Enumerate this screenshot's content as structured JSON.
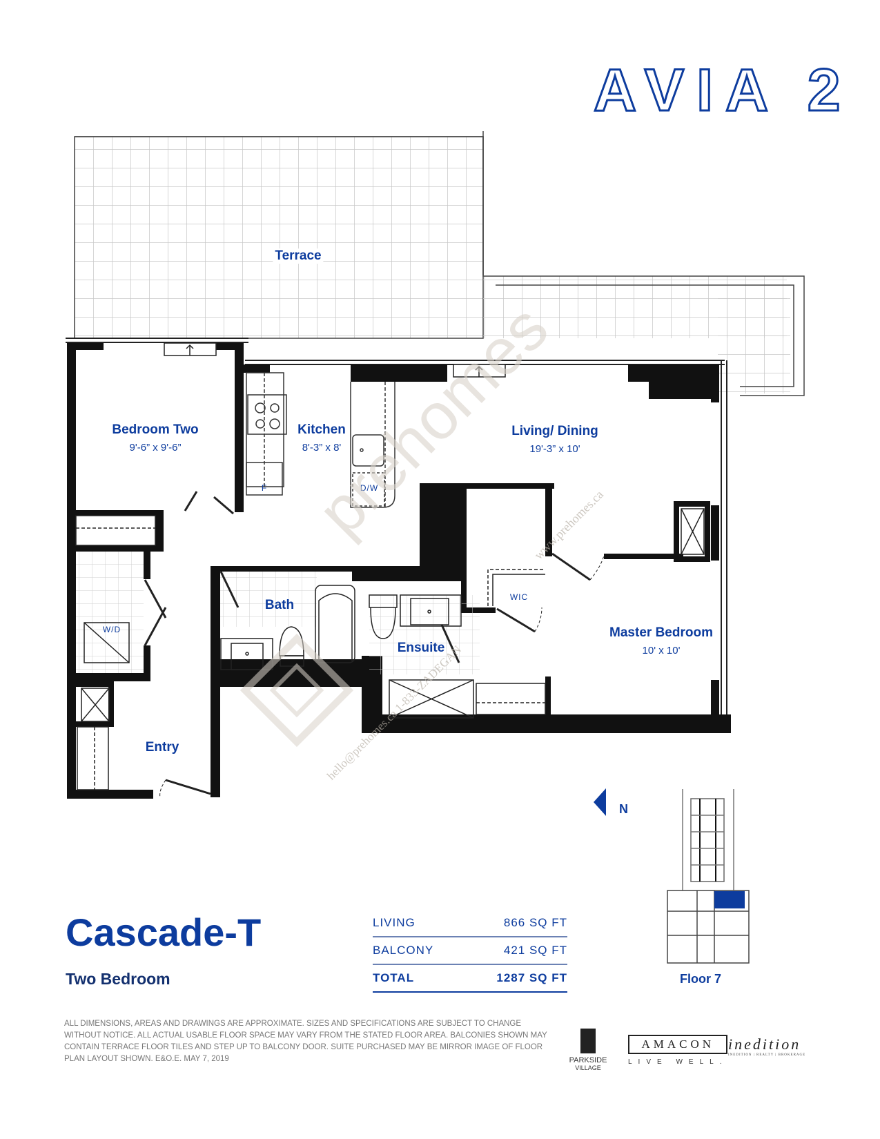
{
  "header": {
    "brand": "AVIA 2"
  },
  "plan": {
    "rooms": [
      {
        "id": "terrace",
        "label": "Terrace",
        "dimensions": ""
      },
      {
        "id": "bedroom-two",
        "label": "Bedroom Two",
        "dimensions": "9'-6” x 9'-6”"
      },
      {
        "id": "kitchen",
        "label": "Kitchen",
        "dimensions": "8'-3” x 8'"
      },
      {
        "id": "living-dining",
        "label": "Living/ Dining",
        "dimensions": "19'-3” x 10'"
      },
      {
        "id": "bath",
        "label": "Bath",
        "dimensions": ""
      },
      {
        "id": "ensuite",
        "label": "Ensuite",
        "dimensions": ""
      },
      {
        "id": "master-bedroom",
        "label": "Master Bedroom",
        "dimensions": "10' x 10'"
      },
      {
        "id": "entry",
        "label": "Entry",
        "dimensions": ""
      }
    ],
    "fixtures": {
      "fridge": "F",
      "dishwasher": "D/W",
      "washer_dryer": "W/D",
      "walk_in_closet": "WIC"
    },
    "watermark": {
      "logo_text": "prehomes",
      "line1": "www.prehomes.ca",
      "line2": "hello@prehomes.ca 1-833-ZADEGAN"
    }
  },
  "compass": {
    "label": "N",
    "icon": "north-arrow-icon"
  },
  "keyplan": {
    "label": "Floor 7",
    "highlight_color": "#0d3c9e"
  },
  "unit": {
    "name": "Cascade-T",
    "type": "Two Bedroom"
  },
  "areas": [
    {
      "label": "LIVING",
      "value": "866 SQ FT"
    },
    {
      "label": "BALCONY",
      "value": "421 SQ FT"
    },
    {
      "label": "TOTAL",
      "value": "1287 SQ FT"
    }
  ],
  "disclaimer": "ALL DIMENSIONS, AREAS AND DRAWINGS ARE APPROXIMATE. SIZES AND SPECIFICATIONS ARE SUBJECT TO CHANGE WITHOUT NOTICE. ALL ACTUAL USABLE FLOOR SPACE MAY VARY FROM THE STATED FLOOR AREA. BALCONIES SHOWN MAY CONTAIN TERRACE FLOOR TILES AND STEP UP TO BALCONY DOOR. SUITE PURCHASED MAY BE MIRROR IMAGE OF FLOOR PLAN LAYOUT SHOWN. E&O.E. MAY 7, 2019",
  "logos": {
    "parkside": {
      "line1": "PARKSIDE",
      "line2": "VILLAGE"
    },
    "amacon": {
      "name": "AMACON",
      "tagline": "LIVE WELL."
    },
    "inedition": {
      "name": "inedition",
      "tagline": "INEDITION | REALTY | BROKERAGE"
    }
  },
  "colors": {
    "brand_blue": "#0d3c9e",
    "wall": "#111111",
    "tile_line": "#c8c8c8",
    "watermark": "#d9d3ca"
  }
}
